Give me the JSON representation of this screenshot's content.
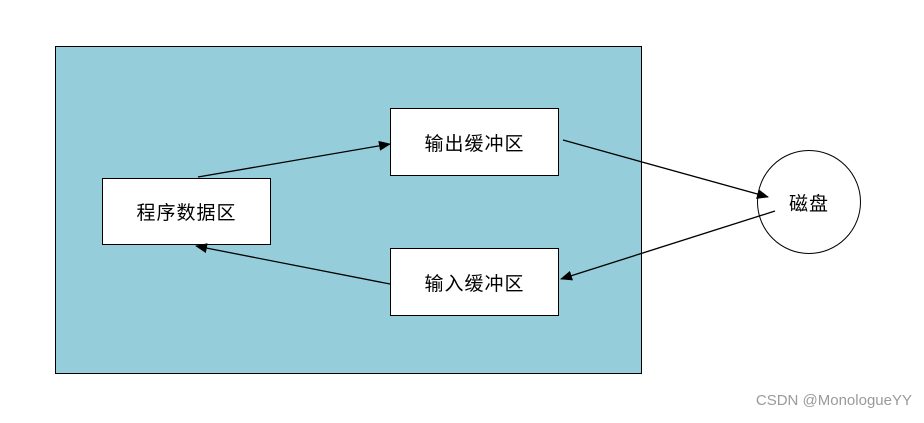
{
  "diagram": {
    "program_area": "程序数据区",
    "output_buffer": "输出缓冲区",
    "input_buffer": "输入缓冲区",
    "disk": "磁盘"
  },
  "colors": {
    "memory_background": "#96cddb"
  },
  "watermark": "CSDN @MonologueYY"
}
